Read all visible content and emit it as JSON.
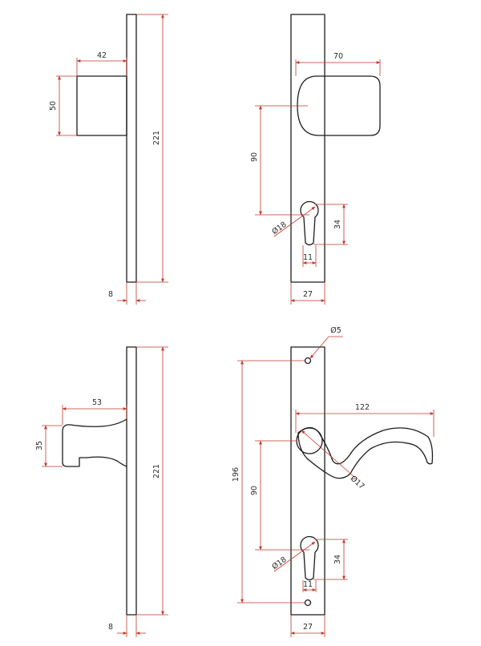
{
  "views": {
    "keyhole_side": {
      "projection": "42",
      "height": "50",
      "plate_length": "221",
      "plate_thickness": "8"
    },
    "keyhole_front": {
      "knob_width": "70",
      "axis_distance": "90",
      "cylinder_diameter": "Ø18",
      "cylinder_height": "34",
      "cylinder_width": "11",
      "plate_width": "27"
    },
    "lever_side": {
      "projection": "53",
      "height": "35",
      "plate_length": "221",
      "plate_thickness": "8"
    },
    "lever_front": {
      "screw_hole": "Ø5",
      "lever_length": "122",
      "screw_distance": "196",
      "axis_distance": "90",
      "rose_diameter": "Ø17",
      "cylinder_diameter": "Ø18",
      "cylinder_height": "34",
      "cylinder_width": "11",
      "plate_width": "27"
    }
  },
  "colors": {
    "outline": "#1c1c1c",
    "dimension": "#c0392b",
    "text": "#2b2b2b"
  }
}
